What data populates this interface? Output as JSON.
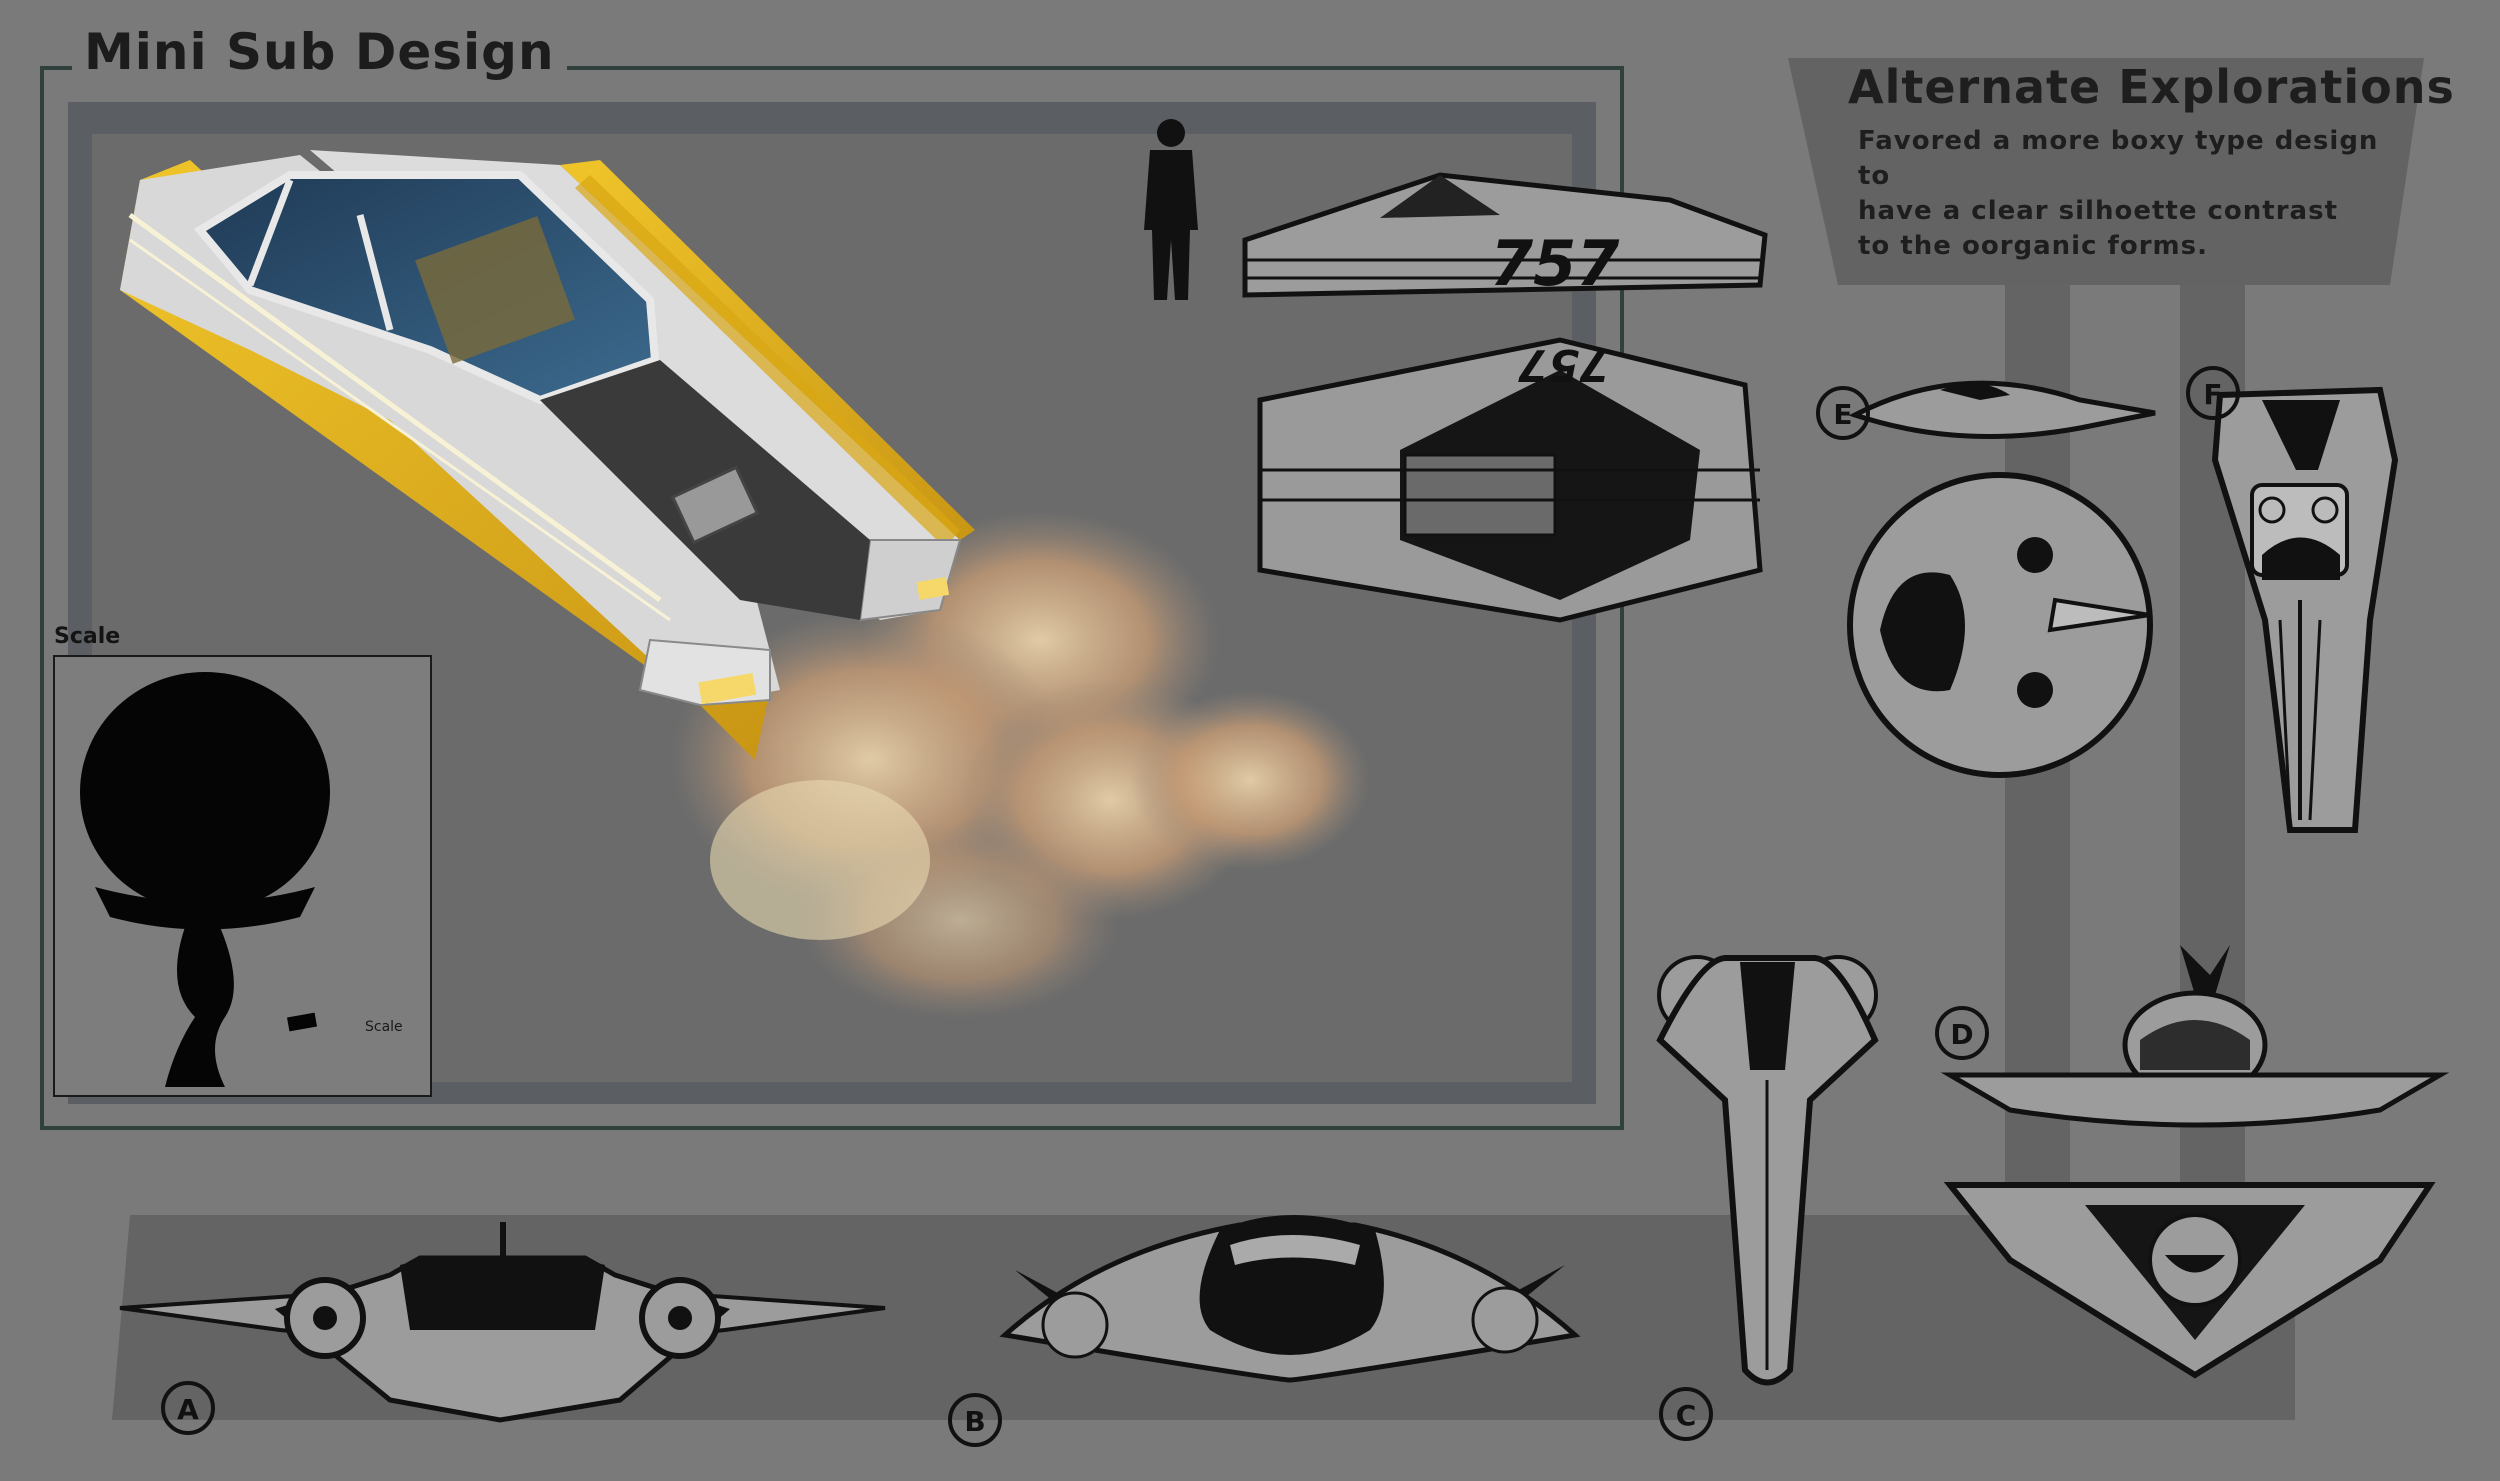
{
  "sheet": {
    "title": "Mini Sub Design",
    "alternate_title": "Alternate Explorations",
    "alternate_description": [
      "Favored a more boxy type design to",
      "have a clear silhoette contrast",
      "to the oorganic forms."
    ]
  },
  "scale_inset": {
    "label": "Scale",
    "mini_label": "Scale"
  },
  "markings": {
    "hull_number": "757",
    "hull_number_mirrored": "757"
  },
  "variants": [
    {
      "letter": "A"
    },
    {
      "letter": "B"
    },
    {
      "letter": "C"
    },
    {
      "letter": "D"
    },
    {
      "letter": "E"
    },
    {
      "letter": "F"
    }
  ],
  "colors": {
    "background": "#7a7a7a",
    "panel": "#6a6a6a",
    "frame_band": "#595c60",
    "frame_outline": "#35403d",
    "hull_yellow": "#e0b51c",
    "hull_white": "#d9d9d9",
    "canopy": "#27496a",
    "exhaust": "#c79a72",
    "ink": "#111111",
    "sketch_fill": "#9a9a9a"
  }
}
